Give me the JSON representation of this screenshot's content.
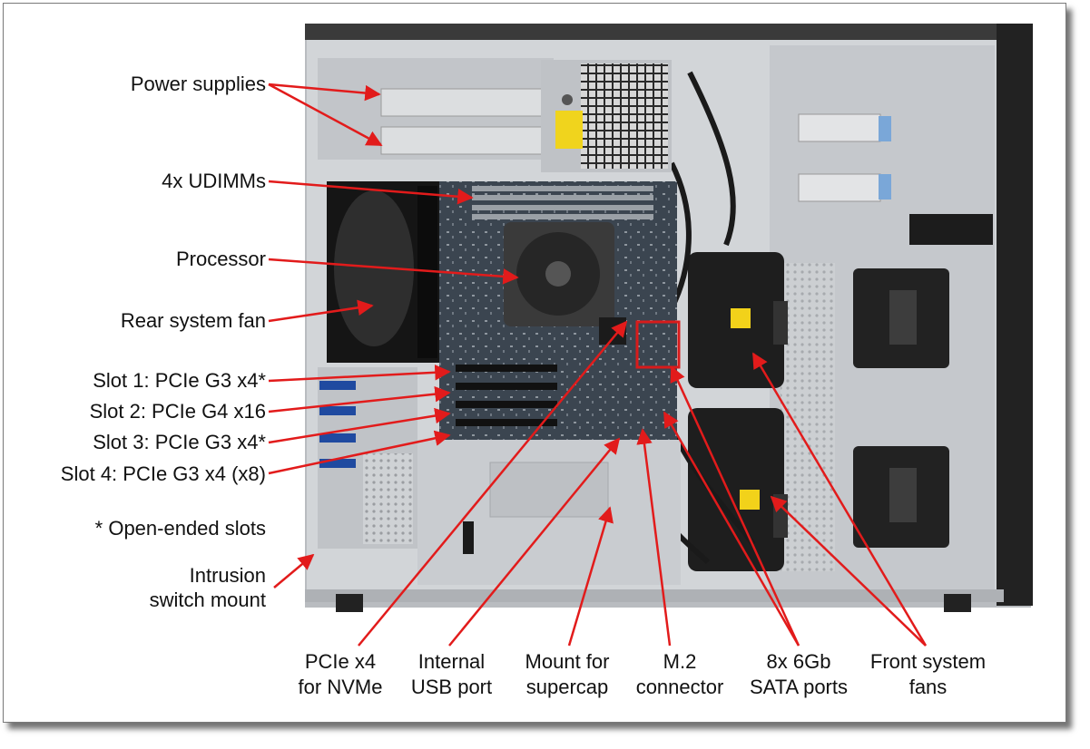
{
  "labels": {
    "power_supplies": "Power supplies",
    "udimms": "4x UDIMMs",
    "processor": "Processor",
    "rear_fan": "Rear system fan",
    "slot1": "Slot 1: PCIe G3 x4*",
    "slot2": "Slot 2: PCIe G4 x16",
    "slot3": "Slot 3: PCIe G3 x4*",
    "slot4": "Slot 4: PCIe G3 x4 (x8)",
    "open_ended": "* Open-ended slots",
    "intrusion_line1": "Intrusion",
    "intrusion_line2": "switch mount",
    "pcie_nvme_line1": "PCIe x4",
    "pcie_nvme_line2": "for NVMe",
    "usb_line1": "Internal",
    "usb_line2": "USB port",
    "supercap_line1": "Mount for",
    "supercap_line2": "supercap",
    "m2_line1": "M.2",
    "m2_line2": "connector",
    "sata_line1": "8x 6Gb",
    "sata_line2": "SATA ports",
    "front_fans_line1": "Front system",
    "front_fans_line2": "fans"
  },
  "colors": {
    "arrow": "#e21b1b",
    "chassis": "#c9ccd0",
    "board": "#3d4550"
  }
}
